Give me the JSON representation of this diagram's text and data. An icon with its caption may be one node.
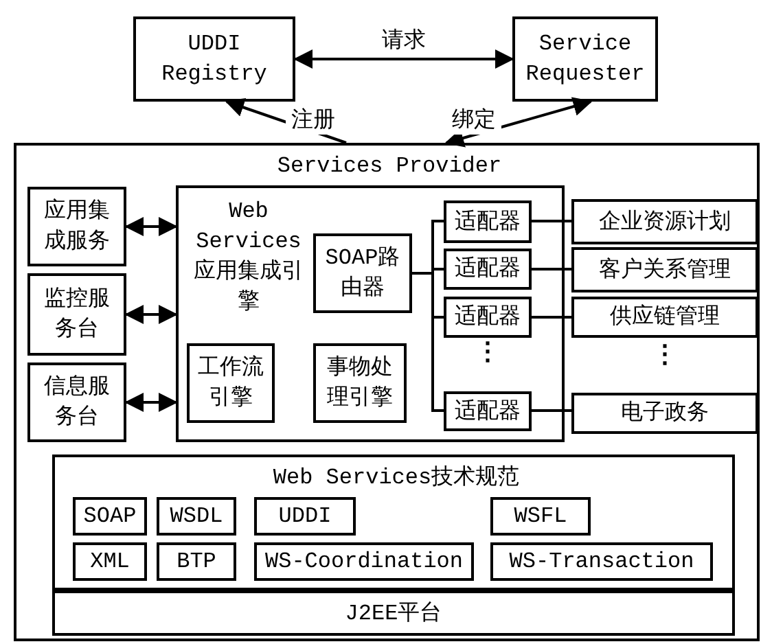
{
  "diagram": {
    "nodes": [
      {
        "text": [
          "UDDI Registry"
        ]
      },
      {
        "text": [
          "Service Requester"
        ]
      },
      {
        "text": [
          "Services Provider"
        ]
      },
      {
        "text": [
          "应用集成服务"
        ],
        "in": 2
      },
      {
        "text": [
          "监控服务台"
        ],
        "in": 2
      },
      {
        "text": [
          "信息服务台"
        ],
        "in": 2
      },
      {
        "text": [
          "Web Services应用集成引擎"
        ],
        "in": 2
      },
      {
        "text": [
          "SOAP路由器"
        ],
        "in": 6
      },
      {
        "text": [
          "工作流引擎"
        ],
        "in": 6
      },
      {
        "text": [
          "事物处理引擎"
        ],
        "in": 6
      },
      {
        "text": [
          "适配器"
        ],
        "in": 6
      },
      {
        "text": [
          "适配器"
        ],
        "in": 6
      },
      {
        "text": [
          "适配器"
        ],
        "in": 6
      },
      {
        "text": [
          "适配器"
        ],
        "in": 6
      },
      {
        "text": [
          "企业资源计划"
        ],
        "in": 2
      },
      {
        "text": [
          "客户关系管理"
        ],
        "in": 2
      },
      {
        "text": [
          "供应链管理"
        ],
        "in": 2
      },
      {
        "text": [
          "电子政务"
        ],
        "in": 2
      },
      {
        "text": [
          "Web Services技术规范"
        ],
        "in": 2
      },
      {
        "text": [
          "SOAP"
        ],
        "in": 18
      },
      {
        "text": [
          "WSDL"
        ],
        "in": 18
      },
      {
        "text": [
          "UDDI"
        ],
        "in": 18
      },
      {
        "text": [
          "WSFL"
        ],
        "in": 18
      },
      {
        "text": [
          "XML"
        ],
        "in": 18
      },
      {
        "text": [
          "BTP"
        ],
        "in": 18
      },
      {
        "text": [
          "WS-Coordination"
        ],
        "in": 18
      },
      {
        "text": [
          "WS-Transaction"
        ],
        "in": 18
      },
      {
        "text": [
          "J2EE平台"
        ],
        "in": 2
      }
    ],
    "edges": [
      {
        "from": 0,
        "to": 1,
        "arrow": "both",
        "label": "请求"
      },
      {
        "from": 2,
        "to": 0,
        "arrow": "to",
        "label": "注册"
      },
      {
        "from": 2,
        "to": 1,
        "arrow": "both",
        "label": "绑定"
      },
      {
        "from": 3,
        "to": 6,
        "arrow": "both"
      },
      {
        "from": 4,
        "to": 6,
        "arrow": "both"
      },
      {
        "from": 5,
        "to": 6,
        "arrow": "both"
      },
      {
        "from": 7,
        "to": 10,
        "arrow": "none"
      },
      {
        "from": 7,
        "to": 11,
        "arrow": "none"
      },
      {
        "from": 7,
        "to": 12,
        "arrow": "none"
      },
      {
        "from": 7,
        "to": 13,
        "arrow": "none"
      },
      {
        "from": 10,
        "to": 14,
        "arrow": "none"
      },
      {
        "from": 11,
        "to": 15,
        "arrow": "none"
      },
      {
        "from": 12,
        "to": 16,
        "arrow": "none"
      },
      {
        "from": 13,
        "to": 17,
        "arrow": "none"
      }
    ],
    "labels": [
      "⋮",
      "⋮"
    ]
  }
}
